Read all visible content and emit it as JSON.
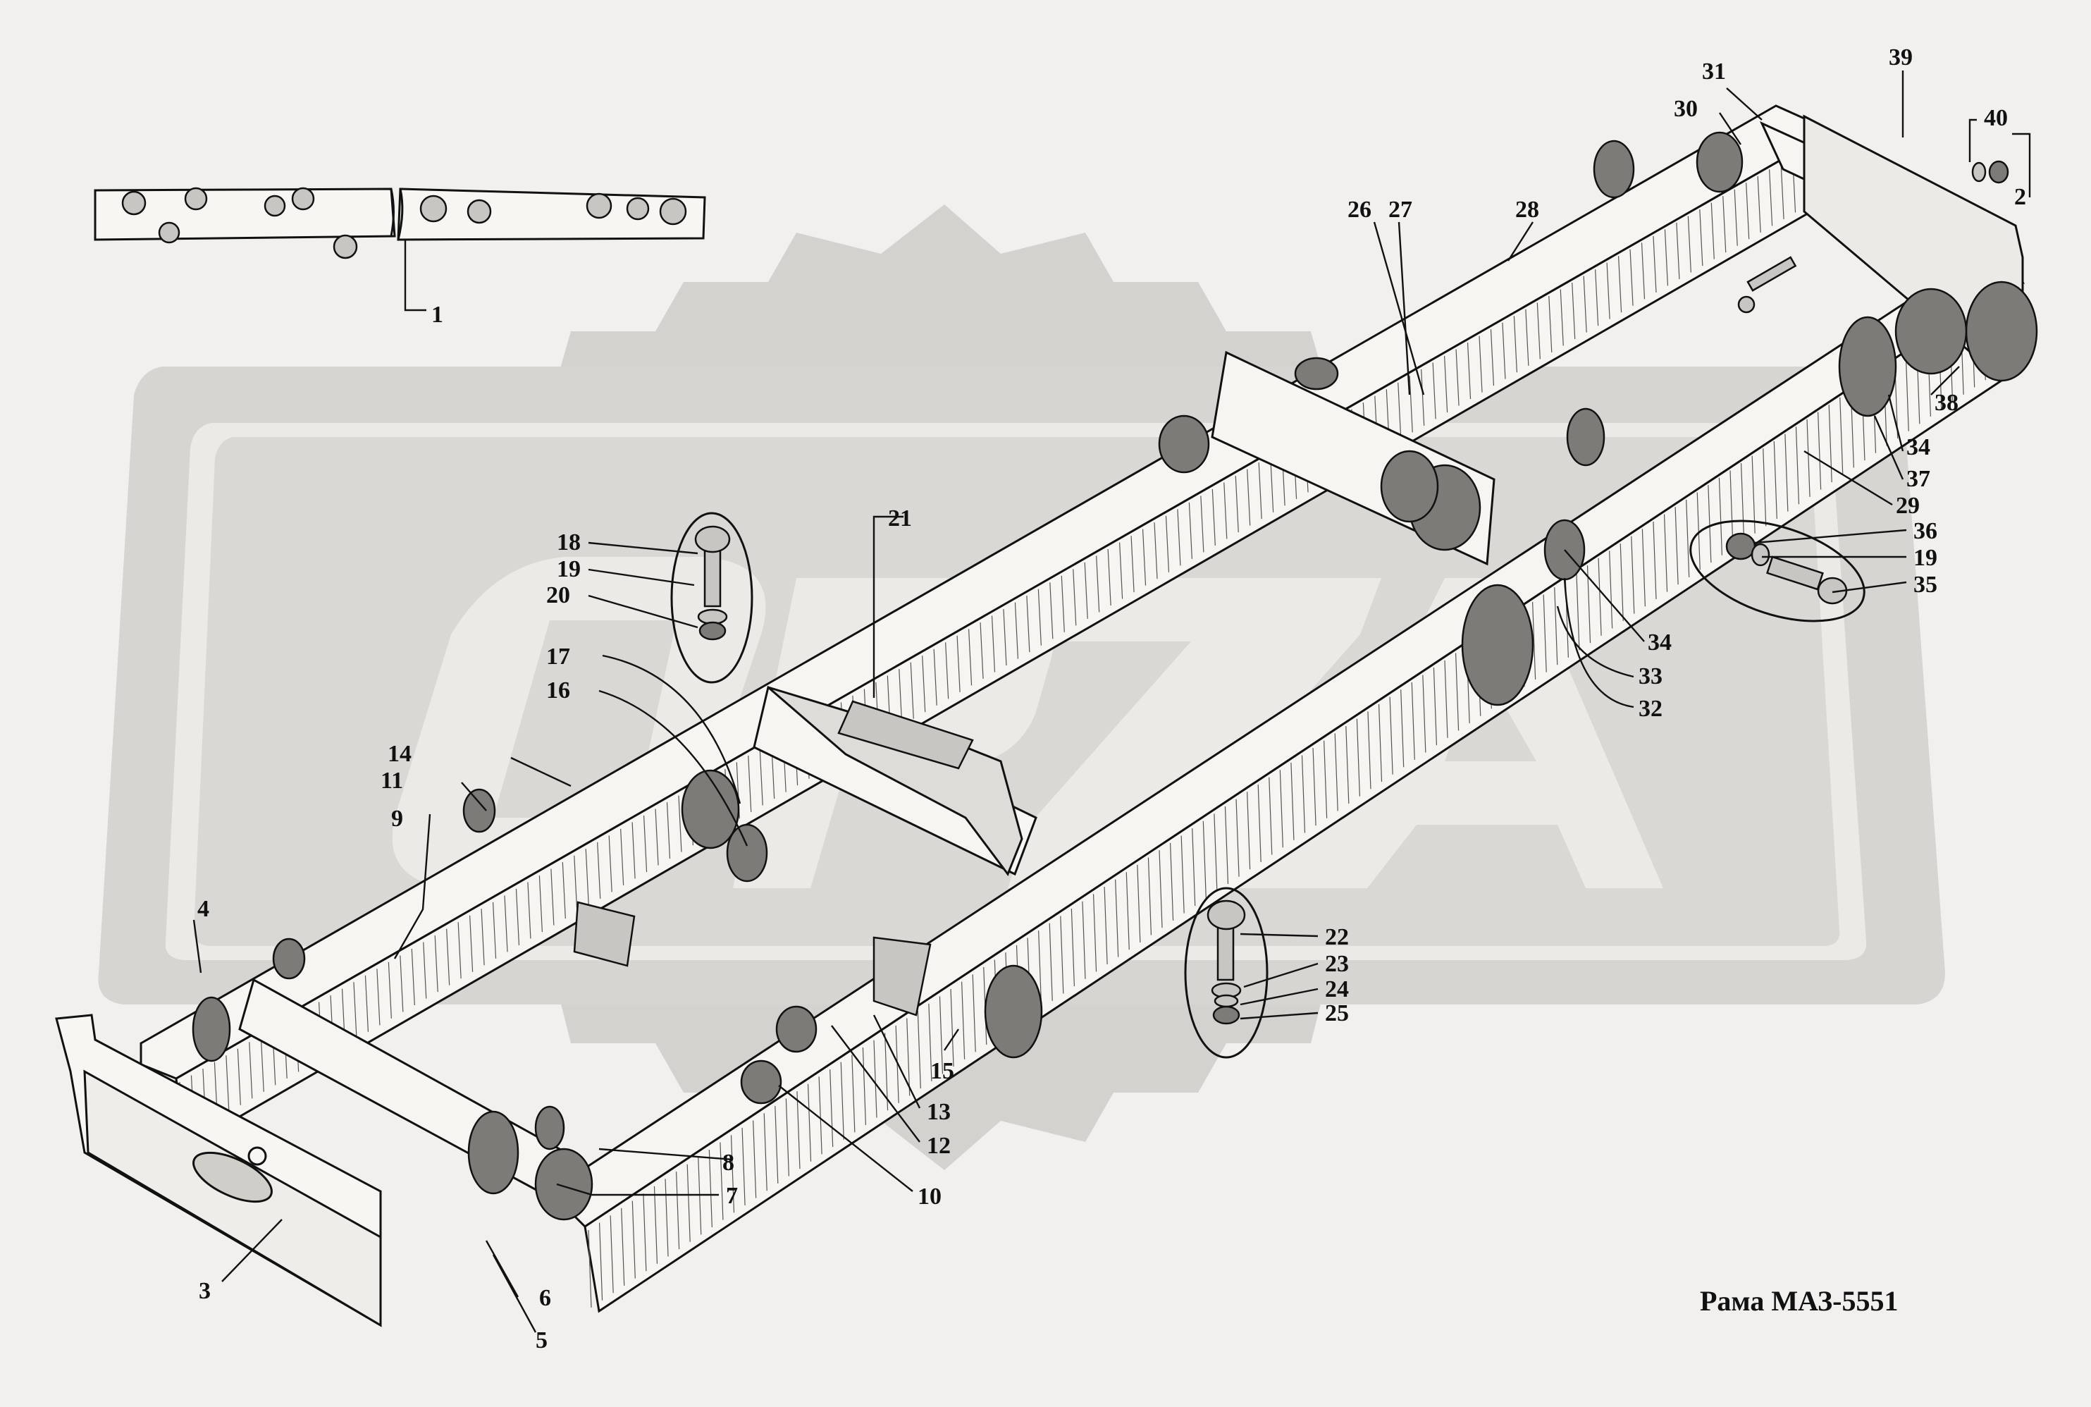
{
  "caption": "Рама МАЗ-5551",
  "brand_colors": {
    "watermark": "#d3d2cf",
    "ink": "#111111",
    "paper": "#f1f0ee"
  },
  "labels": [
    {
      "id": "1",
      "text": "1"
    },
    {
      "id": "2",
      "text": "2"
    },
    {
      "id": "3",
      "text": "3"
    },
    {
      "id": "4",
      "text": "4"
    },
    {
      "id": "5",
      "text": "5"
    },
    {
      "id": "6",
      "text": "6"
    },
    {
      "id": "7",
      "text": "7"
    },
    {
      "id": "8",
      "text": "8"
    },
    {
      "id": "9",
      "text": "9"
    },
    {
      "id": "10",
      "text": "10"
    },
    {
      "id": "11",
      "text": "11"
    },
    {
      "id": "12",
      "text": "12"
    },
    {
      "id": "13",
      "text": "13"
    },
    {
      "id": "14",
      "text": "14"
    },
    {
      "id": "15",
      "text": "15"
    },
    {
      "id": "16",
      "text": "16"
    },
    {
      "id": "17",
      "text": "17"
    },
    {
      "id": "18",
      "text": "18"
    },
    {
      "id": "19a",
      "text": "19"
    },
    {
      "id": "20",
      "text": "20"
    },
    {
      "id": "21",
      "text": "21"
    },
    {
      "id": "22",
      "text": "22"
    },
    {
      "id": "23",
      "text": "23"
    },
    {
      "id": "24",
      "text": "24"
    },
    {
      "id": "25",
      "text": "25"
    },
    {
      "id": "26",
      "text": "26"
    },
    {
      "id": "27",
      "text": "27"
    },
    {
      "id": "28",
      "text": "28"
    },
    {
      "id": "29",
      "text": "29"
    },
    {
      "id": "30",
      "text": "30"
    },
    {
      "id": "31",
      "text": "31"
    },
    {
      "id": "32",
      "text": "32"
    },
    {
      "id": "33",
      "text": "33"
    },
    {
      "id": "34a",
      "text": "34"
    },
    {
      "id": "34b",
      "text": "34"
    },
    {
      "id": "35",
      "text": "35"
    },
    {
      "id": "36",
      "text": "36"
    },
    {
      "id": "37",
      "text": "37"
    },
    {
      "id": "38",
      "text": "38"
    },
    {
      "id": "19b",
      "text": "19"
    },
    {
      "id": "39",
      "text": "39"
    },
    {
      "id": "40",
      "text": "40"
    }
  ]
}
